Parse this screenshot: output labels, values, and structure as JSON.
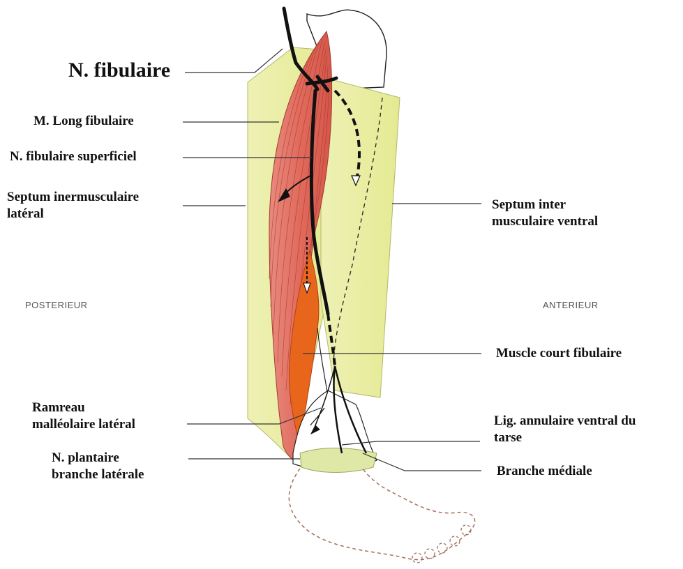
{
  "labels": {
    "n_fibulaire": "N. fibulaire",
    "m_long_fibulaire": "M. Long fibulaire",
    "n_fibulaire_superficiel": "N. fibulaire superficiel",
    "septum_lateral_1": "Septum inermusculaire",
    "septum_lateral_2": "latéral",
    "septum_ventral_1": "Septum inter",
    "septum_ventral_2": "musculaire ventral",
    "muscle_court_fibulaire": "Muscle court fibulaire",
    "rameau_malleolaire_1": "Ramreau",
    "rameau_malleolaire_2": "malléolaire latéral",
    "lig_annulaire_1": "Lig. annulaire ventral du",
    "lig_annulaire_2": "tarse",
    "n_plantaire_1": "N. plantaire",
    "n_plantaire_2": "branche latérale",
    "branche_mediale": "Branche médiale"
  },
  "orientation": {
    "posterior": "POSTERIEUR",
    "anterior": "ANTERIEUR"
  },
  "colors": {
    "septum_fill": "#eef0b0",
    "muscle_long": "#e07a6c",
    "muscle_court": "#e8651c",
    "nerve": "#111111",
    "leader": "#333333"
  }
}
